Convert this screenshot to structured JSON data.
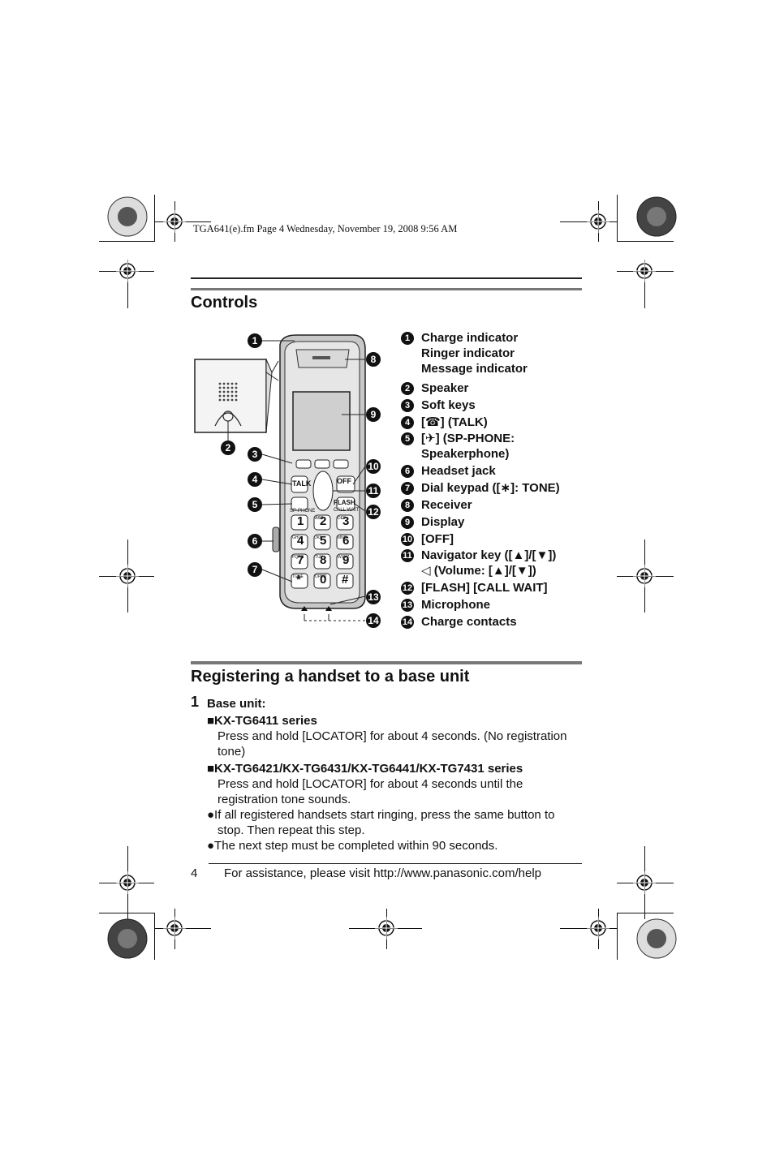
{
  "header": {
    "fm_line": "TGA641(e).fm  Page 4  Wednesday, November 19, 2008  9:56 AM"
  },
  "controls": {
    "heading": "Controls",
    "items": [
      {
        "num": "1",
        "lines": [
          "Charge indicator",
          "Ringer indicator",
          "Message indicator"
        ]
      },
      {
        "num": "2",
        "lines": [
          "Speaker"
        ]
      },
      {
        "num": "3",
        "lines": [
          "Soft keys"
        ]
      },
      {
        "num": "4",
        "lines": [
          "[☎] (TALK)"
        ]
      },
      {
        "num": "5",
        "lines": [
          "[✈] (SP-PHONE:",
          "Speakerphone)"
        ]
      },
      {
        "num": "6",
        "lines": [
          "Headset jack"
        ]
      },
      {
        "num": "7",
        "lines": [
          "Dial keypad ([∗]: TONE)"
        ]
      },
      {
        "num": "8",
        "lines": [
          "Receiver"
        ]
      },
      {
        "num": "9",
        "lines": [
          "Display"
        ]
      },
      {
        "num": "10",
        "lines": [
          "[OFF]"
        ]
      },
      {
        "num": "11",
        "lines": [
          "Navigator key ([▲]/[▼])",
          "◁ (Volume: [▲]/[▼])"
        ]
      },
      {
        "num": "12",
        "lines": [
          "[FLASH] [CALL WAIT]"
        ]
      },
      {
        "num": "13",
        "lines": [
          "Microphone"
        ]
      },
      {
        "num": "14",
        "lines": [
          "Charge contacts"
        ]
      }
    ],
    "phone_labels": {
      "talk": "TALK",
      "off": "OFF",
      "flash": "FLASH",
      "call_wait": "CALL WAIT",
      "sp_phone": "SP-PHONE",
      "keys": [
        "1",
        "2",
        "3",
        "4",
        "5",
        "6",
        "7",
        "8",
        "9",
        "*",
        "0",
        "#"
      ],
      "key_sub": [
        "",
        "ABC",
        "DEF",
        "GHI",
        "JKL",
        "MNO",
        "PQRS",
        "TUV",
        "WXYZ",
        "TONE",
        "OPER",
        ""
      ]
    }
  },
  "registering": {
    "heading": "Registering a handset to a base unit",
    "step_num": "1",
    "step_title": "Base unit:",
    "series1_title": "■KX-TG6411 series",
    "series1_lines": [
      "Press and hold [LOCATOR] for about 4 seconds. (No registration",
      "tone)"
    ],
    "series2_title": "■KX-TG6421/KX-TG6431/KX-TG6441/KX-TG7431 series",
    "series2_lines": [
      "Press and hold [LOCATOR] for about 4 seconds until the",
      "registration tone sounds."
    ],
    "bullet1_lines": [
      "●If all registered handsets start ringing, press the same button to",
      "stop. Then repeat this step."
    ],
    "bullet2": "●The next step must be completed within 90 seconds."
  },
  "footer": {
    "page_num": "4",
    "assist": "For assistance, please visit http://www.panasonic.com/help"
  }
}
